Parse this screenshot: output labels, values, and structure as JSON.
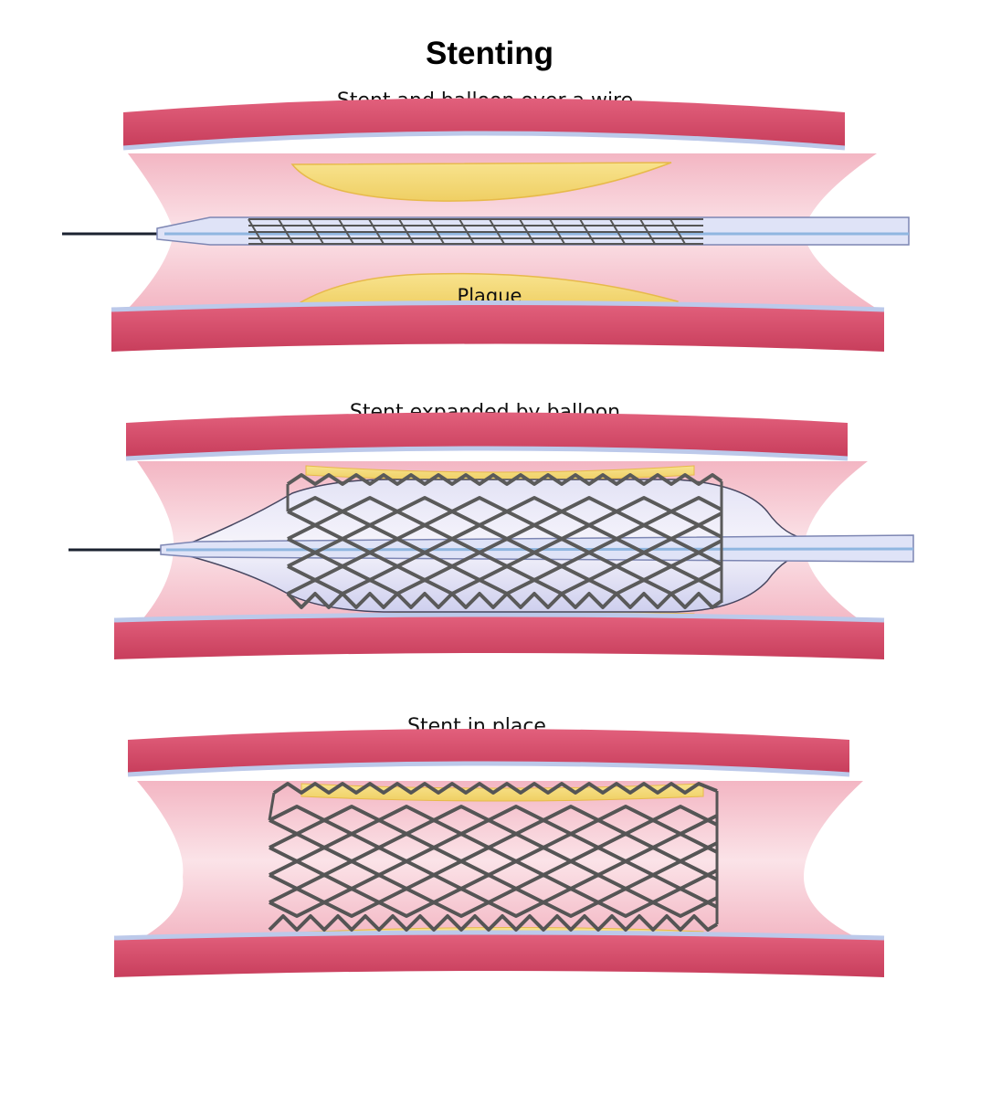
{
  "title": "Stenting",
  "panels": [
    {
      "caption": "Stent and balloon over a wire"
    },
    {
      "caption": "Stent expanded by balloon"
    },
    {
      "caption": "Stent in place"
    }
  ],
  "labels": {
    "plaque": "Plaque"
  },
  "colors": {
    "wall": "#d9516f",
    "wall_dark": "#b8334f",
    "lumen": "#f6c6cf",
    "plaque": "#f3d775",
    "plaque_edge": "#e7b94a",
    "endothelium": "#bcc9ea",
    "stent": "#5a5a5a",
    "balloon": "#cfd3f2",
    "wire": "#1b2230"
  }
}
